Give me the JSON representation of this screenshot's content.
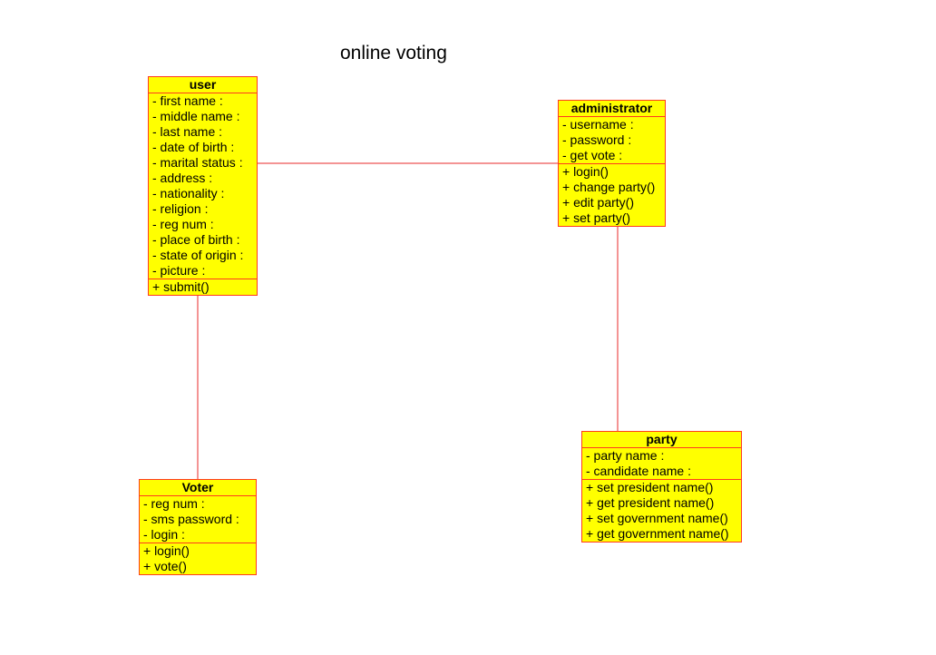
{
  "title": "online voting",
  "colors": {
    "class_fill": "#ffff00",
    "class_border": "#ff3b1f",
    "association_line": "#f07070"
  },
  "classes": {
    "user": {
      "name": "user",
      "attributes": [
        "- first name :",
        "- middle name :",
        "- last name :",
        "- date of birth :",
        "- marital status :",
        "- address :",
        "- nationality :",
        "- religion :",
        "- reg num :",
        "- place of birth :",
        "- state of origin :",
        "- picture :"
      ],
      "operations": [
        "+ submit()"
      ]
    },
    "administrator": {
      "name": "administrator",
      "attributes": [
        "- username :",
        "- password :",
        "- get vote :"
      ],
      "operations": [
        "+ login()",
        "+ change party()",
        "+ edit party()",
        "+ set party()"
      ]
    },
    "voter": {
      "name": "Voter",
      "attributes": [
        "- reg num :",
        "- sms password :",
        "- login :"
      ],
      "operations": [
        "+ login()",
        "+ vote()"
      ]
    },
    "party": {
      "name": "party",
      "attributes": [
        "- party name :",
        "- candidate name :"
      ],
      "operations": [
        "+ set president name()",
        "+ get president name()",
        "+ set government name()",
        "+ get government name()"
      ]
    }
  },
  "associations": [
    {
      "from": "user",
      "to": "administrator"
    },
    {
      "from": "user",
      "to": "voter"
    },
    {
      "from": "administrator",
      "to": "party"
    }
  ]
}
